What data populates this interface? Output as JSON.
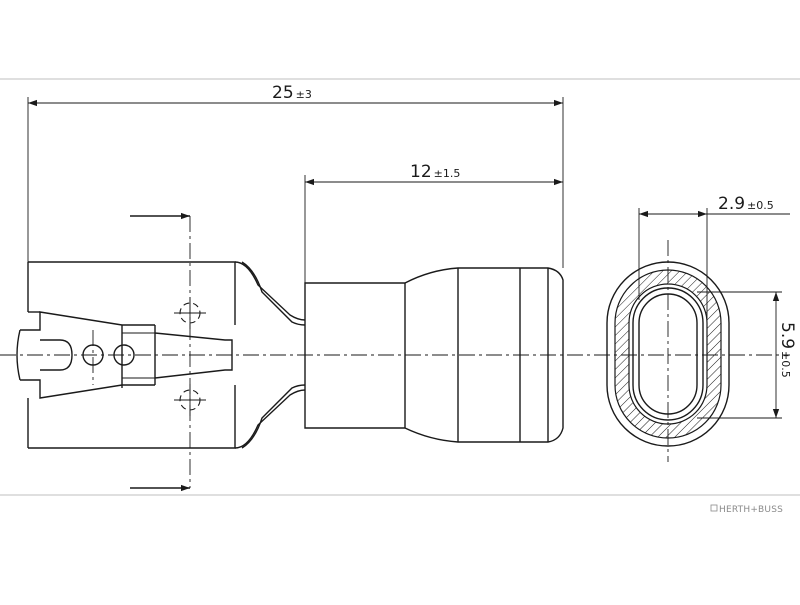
{
  "dimensions": {
    "overall_length": {
      "value": "25",
      "tolerance": "±3"
    },
    "insulation_length": {
      "value": "12",
      "tolerance": "±1.5"
    },
    "section_thickness": {
      "value": "2.9",
      "tolerance": "±0.5"
    },
    "section_height": {
      "value": "5.9",
      "tolerance": "±0.5"
    }
  },
  "brand": {
    "logo_text": "HERTH+BUSS"
  },
  "colors": {
    "line": "#1a1a1a",
    "frame": "#bfbfbf",
    "logo": "#8a8a8a"
  }
}
